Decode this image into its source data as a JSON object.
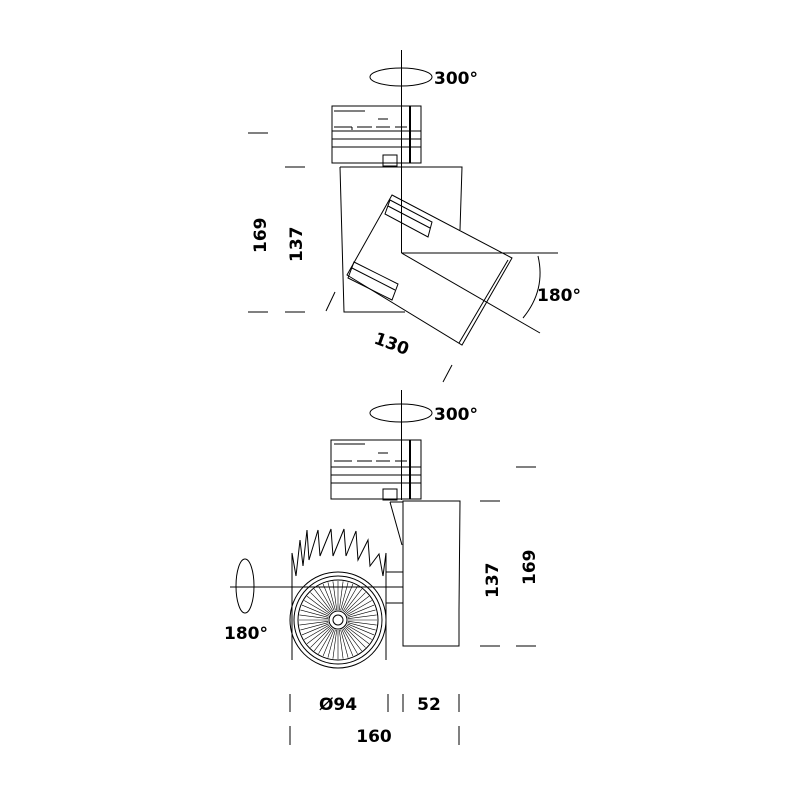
{
  "top_view": {
    "rotation_label": "300°",
    "tilt_label": "180°",
    "height_total": "169",
    "height_body": "137",
    "length": "130"
  },
  "front_view": {
    "rotation_label": "300°",
    "tilt_label": "180°",
    "height_body": "137",
    "height_total": "169",
    "diameter": "Ø94",
    "body_width": "52",
    "total_width": "160"
  },
  "colors": {
    "line": "#000000",
    "background": "#ffffff"
  }
}
